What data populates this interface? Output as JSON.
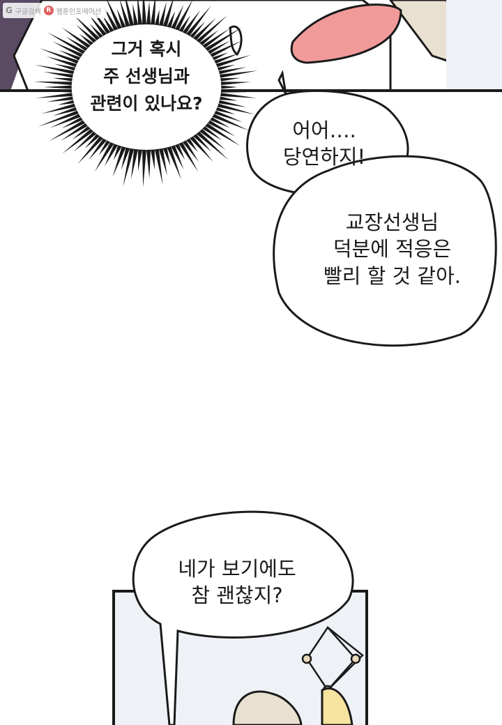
{
  "watermark": {
    "left_text": "구글검색",
    "right_text": "웹툰인포메이션",
    "left_icon": "google-g-icon",
    "right_icon": "r-badge-icon"
  },
  "bubbles": {
    "shout": {
      "lines": [
        "그거 혹시",
        "주 선생님과",
        "관련이 있나요?"
      ]
    },
    "reply_1": {
      "lines": [
        "어어….",
        "당연하지!"
      ]
    },
    "reply_2": {
      "lines": [
        "교장선생님",
        "덕분에 적응은",
        "빨리 할 것 같아."
      ]
    },
    "bottom": {
      "lines": [
        "네가 보기에도",
        "참 괜찮지?"
      ]
    }
  },
  "colors": {
    "ink": "#1a1a1a",
    "hair": "#e8e0d0",
    "mouth": "#f19a9a",
    "wall": "#eef1f6",
    "shadow": "#6a5a78",
    "scarf": "#f6e3a0"
  }
}
